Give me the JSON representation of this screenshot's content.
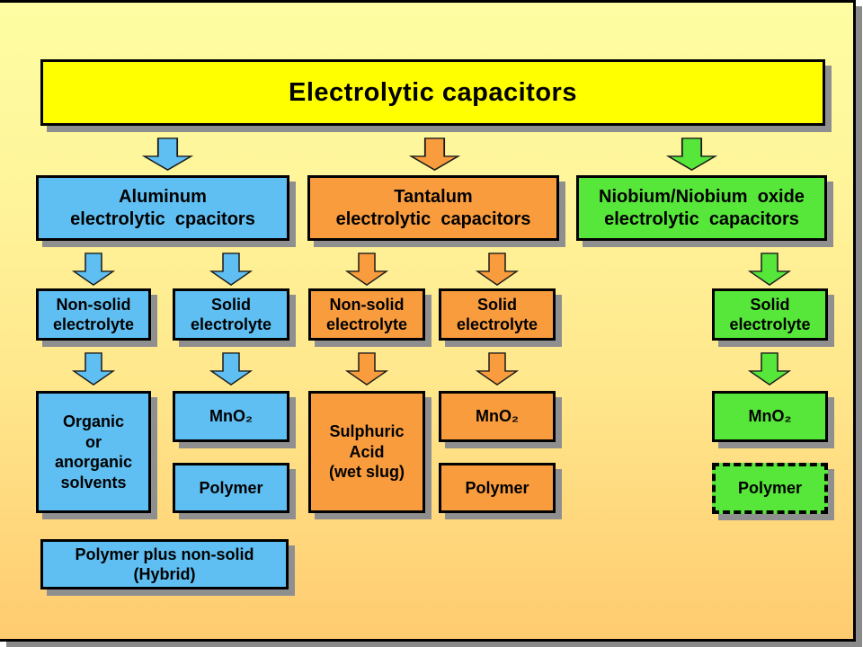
{
  "title": {
    "label": "Electrolytic capacitors"
  },
  "palette": {
    "blue": "#5FBFF2",
    "orange": "#F99C3E",
    "green": "#57E63A",
    "title_bg": "#FFFF00",
    "shadow": "#8F8F8F",
    "background_top": "#FDFDA2",
    "background_bottom": "#FFCB70",
    "arrow_outline": "#1A1A1A"
  },
  "columns": {
    "aluminum": {
      "label": "Aluminum\nelectrolytic  cpacitors",
      "nonsolid": "Non-solid\nelectrolyte",
      "solid": "Solid\nelectrolyte",
      "nonsolid_child": "Organic\nor\nanorganic\nsolvents",
      "solid_child1": "MnO₂",
      "solid_child2": "Polymer",
      "hybrid": "Polymer plus non-solid\n(Hybrid)"
    },
    "tantalum": {
      "label": "Tantalum\nelectrolytic  capacitors",
      "nonsolid": "Non-solid\nelectrolyte",
      "solid": "Solid\nelectrolyte",
      "nonsolid_child": "Sulphuric\nAcid\n(wet slug)",
      "solid_child1": "MnO₂",
      "solid_child2": "Polymer"
    },
    "niobium": {
      "label": "Niobium/Niobium  oxide\nelectrolytic  capacitors",
      "solid": "Solid\nelectrolyte",
      "solid_child1": "MnO₂",
      "solid_child2": "Polymer"
    }
  }
}
